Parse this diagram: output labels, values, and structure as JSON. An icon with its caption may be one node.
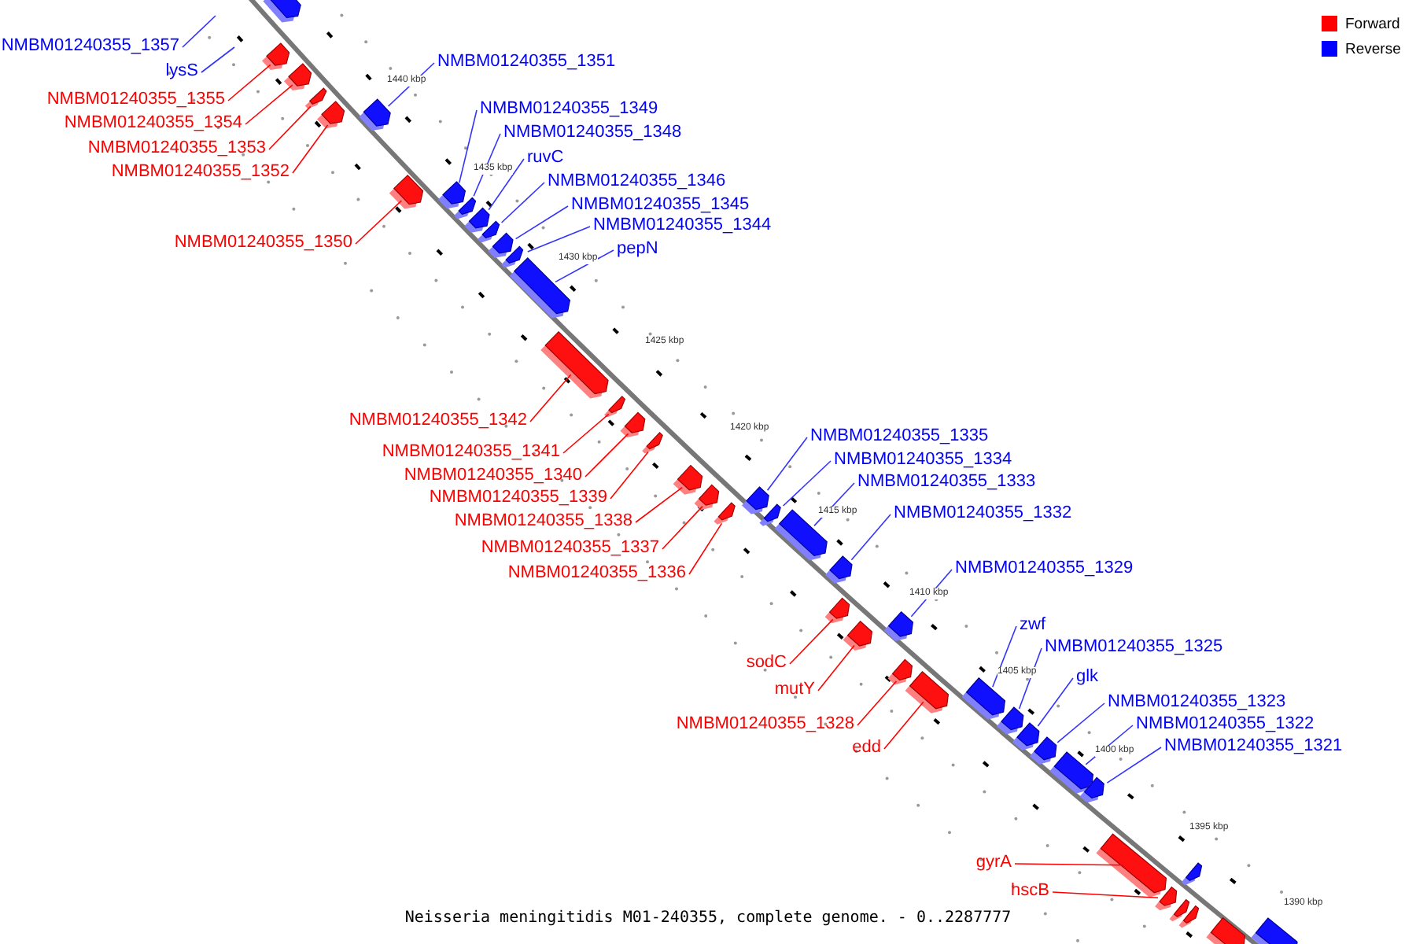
{
  "diagram": {
    "caption": "Neisseria meningitidis M01-240355, complete genome. - 0..2287777",
    "nodes": [
      {
        "text": [
          "NMBM01240355_1357"
        ]
      },
      {
        "text": [
          "lysS"
        ]
      },
      {
        "text": [],
        "shape": "bar"
      },
      {
        "text": [
          "NMBM01240355_1351"
        ]
      },
      {
        "text": [],
        "shape": "bar"
      },
      {
        "text": [
          "NMBM01240355_1355"
        ]
      },
      {
        "text": [],
        "shape": "bar"
      },
      {
        "text": [
          "NMBM01240355_1354"
        ]
      },
      {
        "text": [],
        "shape": "bar"
      },
      {
        "text": [
          "NMBM01240355_1353"
        ]
      },
      {
        "text": [],
        "shape": "bar"
      },
      {
        "text": [
          "NMBM01240355_1352"
        ]
      },
      {
        "text": [],
        "shape": "bar"
      },
      {
        "text": [
          "NMBM01240355_1349"
        ]
      },
      {
        "text": [],
        "shape": "bar"
      },
      {
        "text": [
          "NMBM01240355_1348"
        ]
      },
      {
        "text": [],
        "shape": "bar"
      },
      {
        "text": [
          "ruvC"
        ]
      },
      {
        "text": [],
        "shape": "bar"
      },
      {
        "text": [
          "NMBM01240355_1346"
        ]
      },
      {
        "text": [],
        "shape": "bar"
      },
      {
        "text": [
          "NMBM01240355_1345"
        ]
      },
      {
        "text": [],
        "shape": "bar"
      },
      {
        "text": [
          "NMBM01240355_1344"
        ]
      },
      {
        "text": [],
        "shape": "bar"
      },
      {
        "text": [
          "pepN"
        ]
      },
      {
        "text": [],
        "shape": "bar"
      },
      {
        "text": [
          "NMBM01240355_1350"
        ]
      },
      {
        "text": [],
        "shape": "bar"
      },
      {
        "text": [
          "NMBM01240355_1342"
        ]
      },
      {
        "text": [],
        "shape": "bar"
      },
      {
        "text": [
          "NMBM01240355_1341"
        ]
      },
      {
        "text": [],
        "shape": "bar"
      },
      {
        "text": [
          "NMBM01240355_1340"
        ]
      },
      {
        "text": [],
        "shape": "bar"
      },
      {
        "text": [
          "NMBM01240355_1339"
        ]
      },
      {
        "text": [],
        "shape": "bar"
      },
      {
        "text": [
          "NMBM01240355_1335"
        ]
      },
      {
        "text": [],
        "shape": "bar"
      },
      {
        "text": [
          "NMBM01240355_1334"
        ]
      },
      {
        "text": [],
        "shape": "bar"
      },
      {
        "text": [
          "NMBM01240355_1333"
        ]
      },
      {
        "text": [],
        "shape": "bar"
      },
      {
        "text": [
          "NMBM01240355_1338"
        ]
      },
      {
        "text": [],
        "shape": "bar"
      },
      {
        "text": [
          "NMBM01240355_1337"
        ]
      },
      {
        "text": [],
        "shape": "bar"
      },
      {
        "text": [
          "NMBM01240355_1332"
        ]
      },
      {
        "text": [],
        "shape": "bar"
      },
      {
        "text": [
          "NMBM01240355_1336"
        ]
      },
      {
        "text": [],
        "shape": "bar"
      },
      {
        "text": [
          "NMBM01240355_1329"
        ]
      },
      {
        "text": [],
        "shape": "bar"
      },
      {
        "text": [
          "zwf"
        ]
      },
      {
        "text": [],
        "shape": "bar"
      },
      {
        "text": [
          "NMBM01240355_1325"
        ]
      },
      {
        "text": [],
        "shape": "bar"
      },
      {
        "text": [
          "sodC"
        ]
      },
      {
        "text": [],
        "shape": "bar"
      },
      {
        "text": [
          "glk"
        ]
      },
      {
        "text": [],
        "shape": "bar"
      },
      {
        "text": [
          "mutY"
        ]
      },
      {
        "text": [],
        "shape": "bar"
      },
      {
        "text": [
          "NMBM01240355_1323"
        ]
      },
      {
        "text": [],
        "shape": "bar"
      },
      {
        "text": [
          "NMBM01240355_1322"
        ]
      },
      {
        "text": [],
        "shape": "bar"
      },
      {
        "text": [
          "NMBM01240355_1328"
        ]
      },
      {
        "text": [],
        "shape": "bar"
      },
      {
        "text": [
          "NMBM01240355_1321"
        ]
      },
      {
        "text": [],
        "shape": "bar"
      },
      {
        "text": [
          "edd"
        ]
      },
      {
        "text": [],
        "shape": "bar"
      },
      {
        "text": [
          "gyrA"
        ]
      },
      {
        "text": [],
        "shape": "bar"
      },
      {
        "text": [],
        "shape": "bar"
      },
      {
        "text": [
          "hscB"
        ]
      },
      {
        "text": [],
        "shape": "bar"
      },
      {
        "text": [],
        "shape": "bar"
      },
      {
        "text": [],
        "shape": "bar"
      },
      {
        "text": [],
        "shape": "bar"
      },
      {
        "text": [],
        "shape": "bar"
      }
    ],
    "edges": [
      {
        "from": 0,
        "to": null,
        "arrow": "none"
      },
      {
        "from": 1,
        "to": null,
        "arrow": "none"
      },
      {
        "from": 3,
        "to": 4,
        "arrow": "none"
      },
      {
        "from": 5,
        "to": 6,
        "arrow": "none",
        "color": "#ff0000"
      },
      {
        "from": 7,
        "to": 8,
        "arrow": "none",
        "color": "#ff0000"
      },
      {
        "from": 9,
        "to": 10,
        "arrow": "none",
        "color": "#ff0000"
      },
      {
        "from": 11,
        "to": 12,
        "arrow": "none",
        "color": "#ff0000"
      },
      {
        "from": 13,
        "to": 14,
        "arrow": "none"
      },
      {
        "from": 15,
        "to": 16,
        "arrow": "none"
      },
      {
        "from": 17,
        "to": 18,
        "arrow": "none"
      },
      {
        "from": 19,
        "to": 20,
        "arrow": "none"
      },
      {
        "from": 21,
        "to": 22,
        "arrow": "none"
      },
      {
        "from": 23,
        "to": 24,
        "arrow": "none"
      },
      {
        "from": 25,
        "to": 26,
        "arrow": "none"
      },
      {
        "from": 27,
        "to": 28,
        "arrow": "none",
        "color": "#ff0000"
      },
      {
        "from": 29,
        "to": 30,
        "arrow": "none",
        "color": "#ff0000"
      },
      {
        "from": 31,
        "to": 32,
        "arrow": "none",
        "color": "#ff0000"
      },
      {
        "from": 33,
        "to": 34,
        "arrow": "none",
        "color": "#ff0000"
      },
      {
        "from": 35,
        "to": 36,
        "arrow": "none",
        "color": "#ff0000"
      },
      {
        "from": 37,
        "to": 38,
        "arrow": "none"
      },
      {
        "from": 39,
        "to": 40,
        "arrow": "none"
      },
      {
        "from": 41,
        "to": 42,
        "arrow": "none"
      },
      {
        "from": 43,
        "to": 44,
        "arrow": "none",
        "color": "#ff0000"
      },
      {
        "from": 45,
        "to": 46,
        "arrow": "none",
        "color": "#ff0000"
      },
      {
        "from": 47,
        "to": 48,
        "arrow": "none"
      },
      {
        "from": 49,
        "to": 50,
        "arrow": "none",
        "color": "#ff0000"
      },
      {
        "from": 51,
        "to": 52,
        "arrow": "none"
      },
      {
        "from": 53,
        "to": 54,
        "arrow": "none"
      },
      {
        "from": 55,
        "to": 56,
        "arrow": "none"
      },
      {
        "from": 57,
        "to": 58,
        "arrow": "none",
        "color": "#ff0000"
      },
      {
        "from": 59,
        "to": 60,
        "arrow": "none"
      },
      {
        "from": 61,
        "to": 62,
        "arrow": "none",
        "color": "#ff0000"
      },
      {
        "from": 63,
        "to": 64,
        "arrow": "none"
      },
      {
        "from": 65,
        "to": 66,
        "arrow": "none"
      },
      {
        "from": 67,
        "to": 68,
        "arrow": "none",
        "color": "#ff0000"
      },
      {
        "from": 69,
        "to": 70,
        "arrow": "none"
      },
      {
        "from": 71,
        "to": 72,
        "arrow": "none",
        "color": "#ff0000"
      },
      {
        "from": 73,
        "to": 74,
        "arrow": "none",
        "color": "#ff0000"
      },
      {
        "from": 76,
        "to": 77,
        "arrow": "none",
        "color": "#ff0000"
      }
    ],
    "labels": [
      "1440 kbp",
      "1435 kbp",
      "1430 kbp",
      "1425 kbp",
      "1420 kbp",
      "1415 kbp",
      "1410 kbp",
      "1405 kbp",
      "1400 kbp",
      "1395 kbp",
      "1390 kbp"
    ],
    "legend": [
      {
        "text": "Forward",
        "color": "#ff0000"
      },
      {
        "text": "Reverse",
        "color": "#0000ff"
      }
    ]
  }
}
